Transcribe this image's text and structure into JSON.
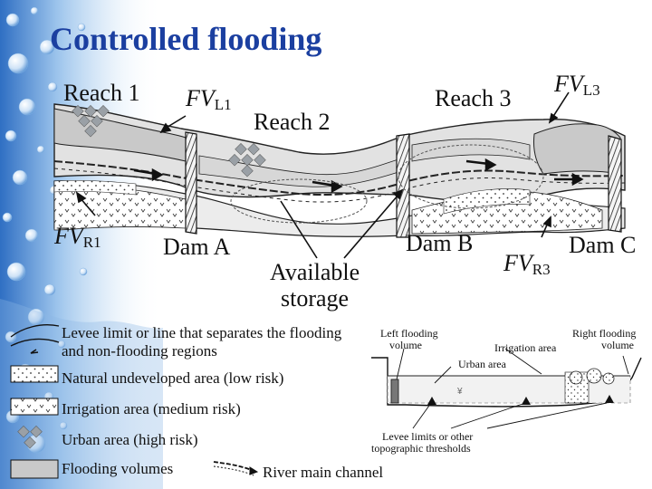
{
  "slide": {
    "title": "Controlled flooding"
  },
  "diagram": {
    "reaches": [
      "Reach 1",
      "Reach 2",
      "Reach 3"
    ],
    "dams": [
      "Dam A",
      "Dam B",
      "Dam C"
    ],
    "flood_volumes": [
      {
        "main": "FV",
        "sub": "L1"
      },
      {
        "main": "FV",
        "sub": "R1"
      },
      {
        "main": "FV",
        "sub": "L3"
      },
      {
        "main": "FV",
        "sub": "R3"
      }
    ],
    "storage_label": [
      "Available",
      "storage"
    ]
  },
  "legend": {
    "levee": [
      "Levee limit or line that separates the flooding",
      "and non-flooding regions"
    ],
    "natural": "Natural undeveloped area (low risk)",
    "irrigation": "Irrigation area (medium risk)",
    "urban": "Urban area (high risk)",
    "flooding": "Flooding volumes",
    "river": "River main channel"
  },
  "cross_section": {
    "left_volume": [
      "Left flooding",
      "volume"
    ],
    "urban": "Urban area",
    "irrigation": "Irrigation area",
    "right_volume": [
      "Right flooding",
      "volume"
    ],
    "levee_limits": [
      "Levee limits or other",
      "topographic thresholds"
    ]
  },
  "colors": {
    "title": "#1b3fa0",
    "flood_gray": "#c9c9c9",
    "band_gray": "#e2e2e2",
    "bg_blue": "#3a7fd0"
  }
}
